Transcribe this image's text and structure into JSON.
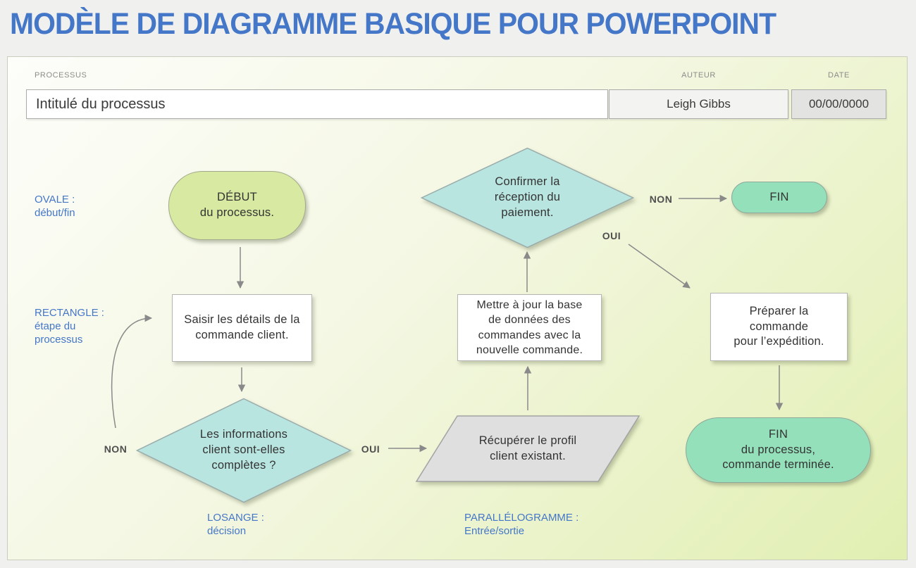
{
  "title": "MODÈLE DE DIAGRAMME BASIQUE POUR POWERPOINT",
  "header": {
    "process_label": "PROCESSUS",
    "process_value": "Intitulé du processus",
    "author_label": "AUTEUR",
    "author_value": "Leigh Gibbs",
    "date_label": "DATE",
    "date_value": "00/00/0000"
  },
  "nodes": {
    "start": "DÉBUT\ndu processus.",
    "step1": "Saisir les détails de la\ncommande client.",
    "decision1": "Les informations\nclient sont-elles\ncomplètes ?",
    "io1": "Récupérer le profil\nclient existant.",
    "step2": "Mettre à jour la base\nde données des\ncommandes avec la\nnouvelle commande.",
    "decision2": "Confirmer la\nréception du\npaiement.",
    "end1": "FIN",
    "step3": "Préparer la\ncommande\npour l’expédition.",
    "end2": "FIN\ndu processus,\ncommande terminée."
  },
  "connector_labels": {
    "non1": "NON",
    "oui1": "OUI",
    "non2": "NON",
    "oui2": "OUI"
  },
  "legend": {
    "oval": {
      "title": "OVALE :",
      "desc": "début/fin"
    },
    "rectangle": {
      "title": "RECTANGLE :",
      "desc": "étape du\nprocessus"
    },
    "diamond": {
      "title": "LOSANGE :",
      "desc": "décision"
    },
    "parallelogram": {
      "title": "PARALLÉLOGRAMME :",
      "desc": "Entrée/sortie"
    }
  },
  "colors": {
    "accent_blue": "#4577c8",
    "oval_fill": "#d8e9a2",
    "diamond_fill": "#b9e5e1",
    "parallelogram_fill": "#dfdfdf",
    "pill_fill": "#93e0ba",
    "arrow_gray": "#8a8a8a",
    "panel_green": "#e1efb2"
  }
}
